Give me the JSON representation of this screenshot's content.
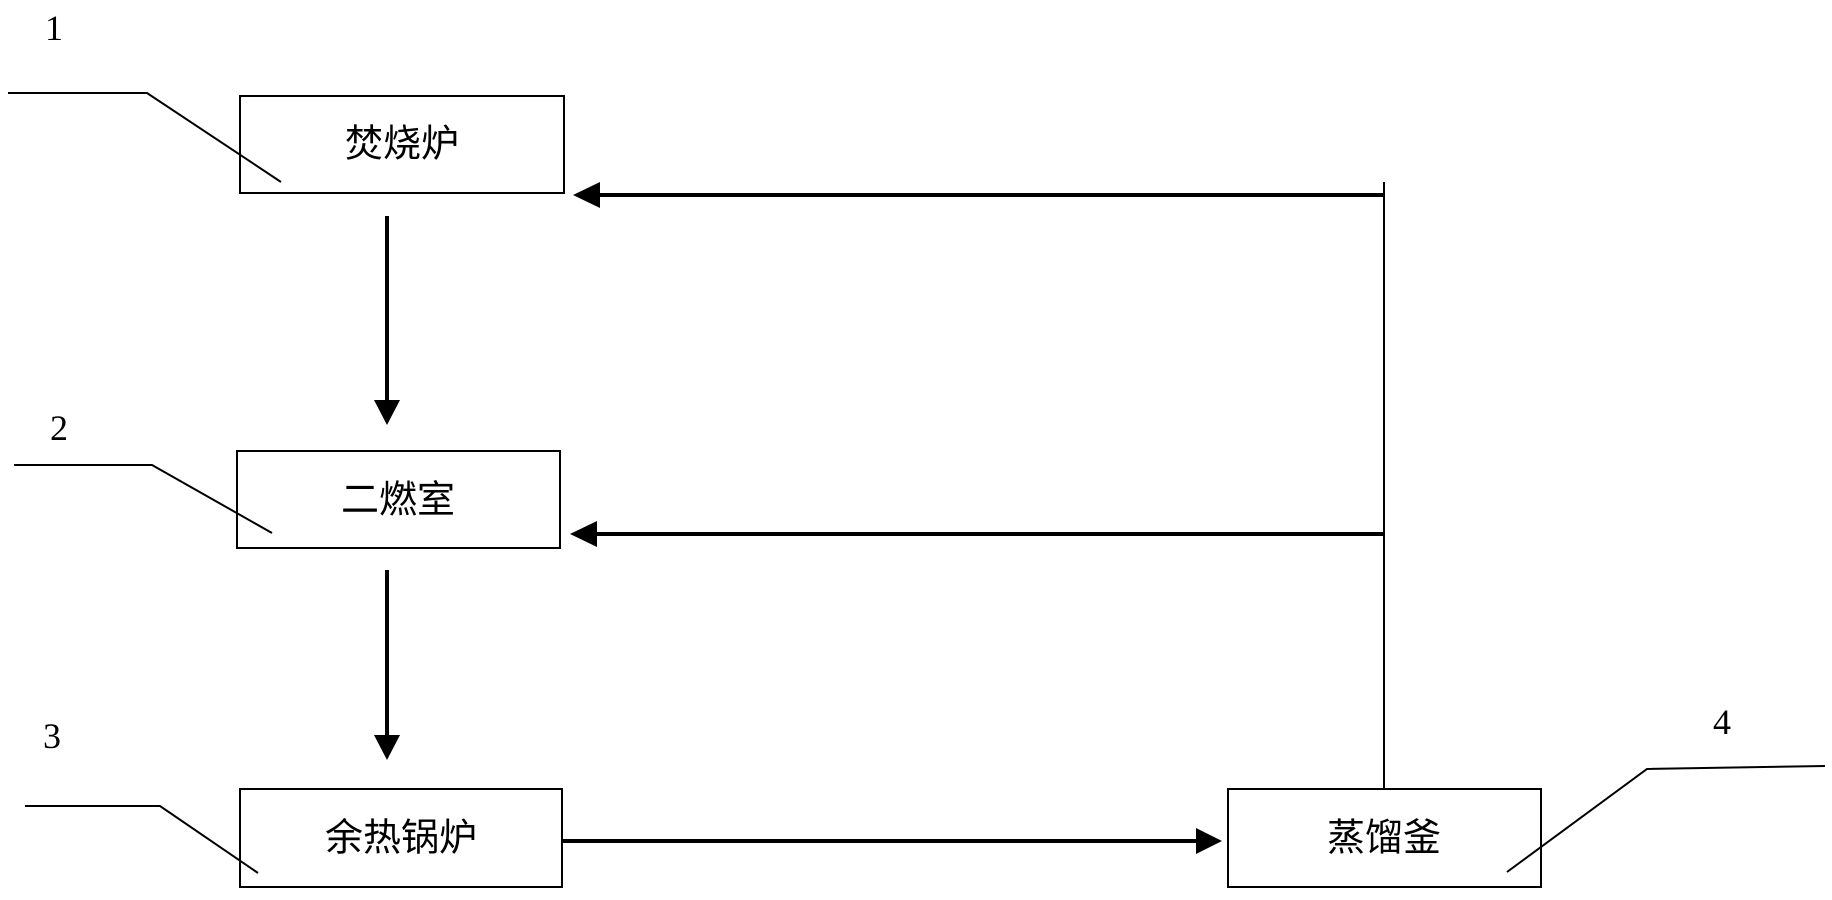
{
  "nodes": {
    "incinerator": {
      "label": "焚烧炉",
      "number": "1"
    },
    "secondary_chamber": {
      "label": "二燃室",
      "number": "2"
    },
    "waste_heat_boiler": {
      "label": "余热锅炉",
      "number": "3"
    },
    "distillation_still": {
      "label": "蒸馏釜",
      "number": "4"
    }
  },
  "edges": [
    {
      "from": "incinerator",
      "to": "secondary_chamber"
    },
    {
      "from": "secondary_chamber",
      "to": "waste_heat_boiler"
    },
    {
      "from": "waste_heat_boiler",
      "to": "distillation_still"
    },
    {
      "from": "distillation_still",
      "to": "incinerator"
    },
    {
      "from": "distillation_still",
      "to": "secondary_chamber"
    }
  ],
  "colors": {
    "line": "#000000",
    "background": "#ffffff"
  }
}
